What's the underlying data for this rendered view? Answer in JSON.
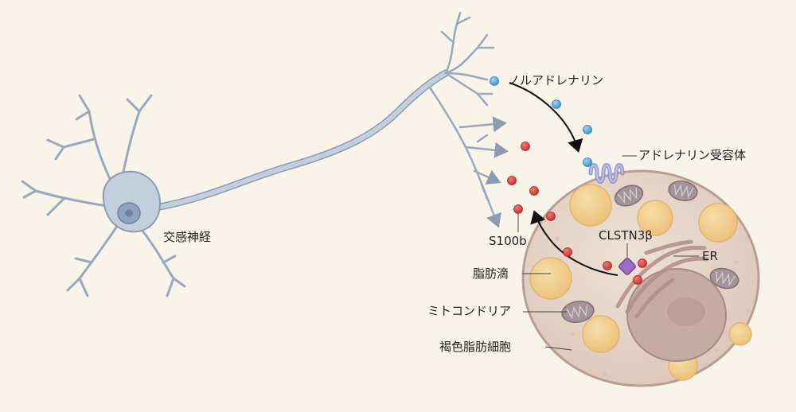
{
  "labels": {
    "sympathetic_nerve": "交感神経",
    "noradrenaline": "ノルアドレナリン",
    "adrenergic_receptor": "アドレナリン受容体",
    "s100b": "S100b",
    "clstn3b": "CLSTN3β",
    "er": "ER",
    "lipid_droplet": "脂肪滴",
    "mitochondria": "ミトコンドリア",
    "brown_adipocyte": "褐色脂肪細胞"
  },
  "colors": {
    "background": "#f8f4e9",
    "neuron": "#bcc8d6",
    "neuron_edge": "#8c9cb0",
    "neuron_nucleus": "#8fa2bf",
    "cell_fill": "#e8d8cc",
    "cell_edge": "#b89e93",
    "nucleus": "#c6aba2",
    "lipid": "#f2cf8e",
    "mitochondria": "#a39499",
    "er": "#c4a59d",
    "noradrenaline_dot": "#5eb0e3",
    "s100b_dot": "#e0403c",
    "receptor": "#a9aede",
    "clstn3b_protein": "#9b6ec4"
  }
}
